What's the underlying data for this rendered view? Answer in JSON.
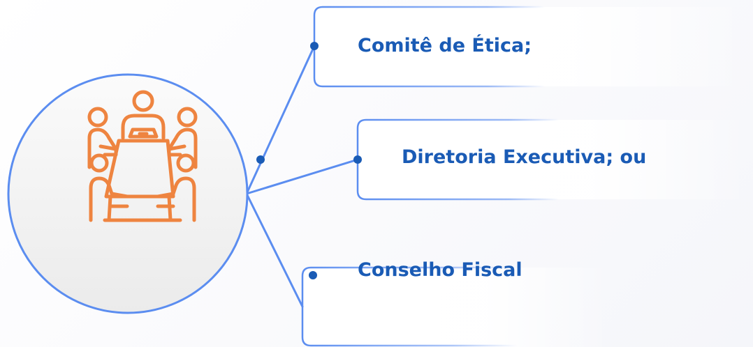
{
  "diagram": {
    "items": [
      {
        "label": "Comitê de Ética;"
      },
      {
        "label": "Diretoria Executiva; ou"
      },
      {
        "label": "Conselho Fiscal"
      }
    ],
    "center_icon": "meeting-table-icon"
  },
  "colors": {
    "line_blue": "#5b8df0",
    "dot_blue": "#1a5bb5",
    "text_blue": "#1a5bb5",
    "icon_orange": "#ee8440",
    "circle_fill": "#f1f1f1"
  }
}
